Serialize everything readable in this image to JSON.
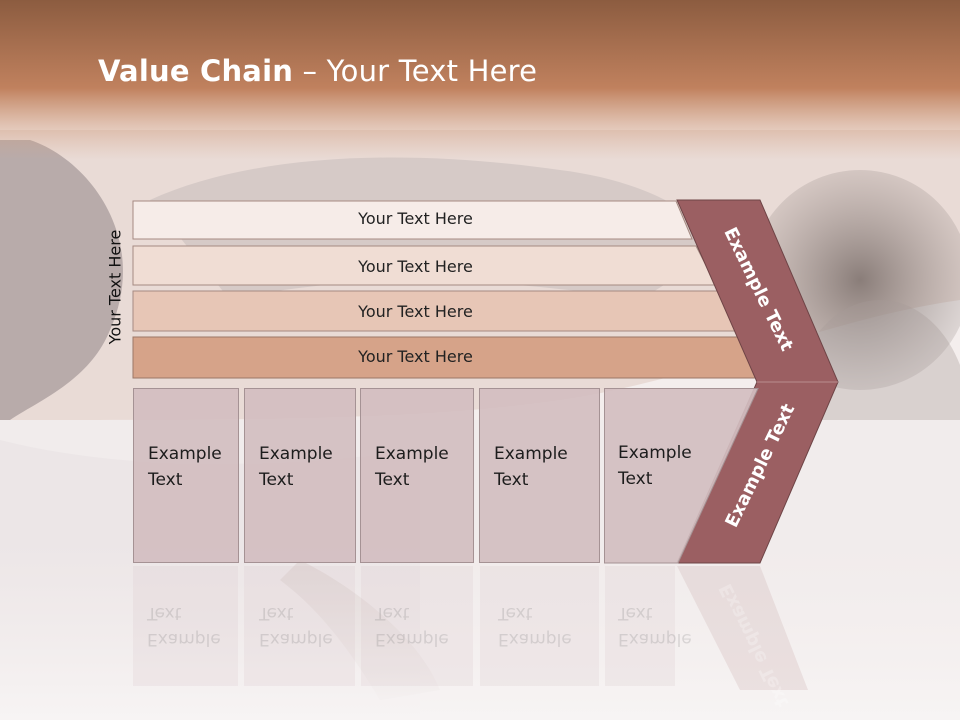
{
  "title": {
    "bold": "Value Chain",
    "rest": " – Your Text Here"
  },
  "side_label": "Your Text Here",
  "bars": [
    {
      "label": "Your Text Here"
    },
    {
      "label": "Your Text Here"
    },
    {
      "label": "Your Text Here"
    },
    {
      "label": "Your Text Here"
    }
  ],
  "boxes": [
    {
      "line1": "Example",
      "line2": "Text"
    },
    {
      "line1": "Example",
      "line2": "Text"
    },
    {
      "line1": "Example",
      "line2": "Text"
    },
    {
      "line1": "Example",
      "line2": "Text"
    },
    {
      "line1": "Example",
      "line2": "Text"
    }
  ],
  "chevron": {
    "upper": "Example Text",
    "lower": "Example Text"
  },
  "colors": {
    "header": "#b87a58",
    "chevron": "#9b5f62",
    "box": "#d2bec0"
  }
}
